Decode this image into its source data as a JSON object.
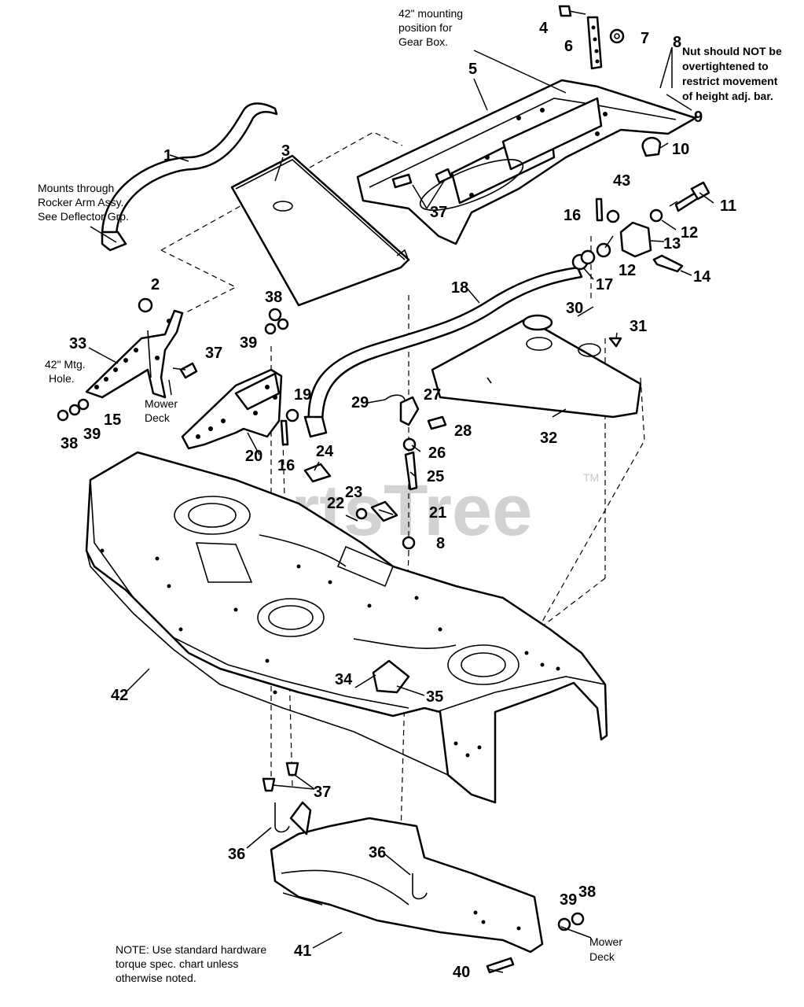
{
  "watermark": {
    "text": "PartsTree",
    "trademark": "TM"
  },
  "notes": {
    "gearbox_line1": "42\" mounting",
    "gearbox_line2": "position for",
    "gearbox_line3": "Gear Box.",
    "nut_line1": "Nut should NOT be",
    "nut_line2": "overtightened to",
    "nut_line3": "restrict movement",
    "nut_line4": "of height adj. bar.",
    "rocker_line1": "Mounts through",
    "rocker_line2": "Rocker Arm Assy.",
    "rocker_line3": "See Deflector Grp.",
    "mtg_line1": "42\" Mtg.",
    "mtg_line2": "Hole.",
    "deck_a_line1": "Mower",
    "deck_a_line2": "Deck",
    "deck_b_line1": "Mower",
    "deck_b_line2": "Deck",
    "torque_line1": "NOTE: Use standard hardware",
    "torque_line2": "torque spec. chart unless",
    "torque_line3": "otherwise noted."
  },
  "callouts": {
    "c1": "1",
    "c2": "2",
    "c3": "3",
    "c4": "4",
    "c5": "5",
    "c6": "6",
    "c7": "7",
    "c8a": "8",
    "c8b": "8",
    "c9": "9",
    "c10": "10",
    "c11": "11",
    "c12a": "12",
    "c12b": "12",
    "c13": "13",
    "c14": "14",
    "c15": "15",
    "c16a": "16",
    "c16b": "16",
    "c17": "17",
    "c18": "18",
    "c19": "19",
    "c20": "20",
    "c21": "21",
    "c22": "22",
    "c23": "23",
    "c24": "24",
    "c25": "25",
    "c26": "26",
    "c27": "27",
    "c28": "28",
    "c29": "29",
    "c30": "30",
    "c31": "31",
    "c32": "32",
    "c33": "33",
    "c34": "34",
    "c35": "35",
    "c36a": "36",
    "c36b": "36",
    "c37a": "37",
    "c37b": "37",
    "c37c": "37",
    "c38a": "38",
    "c38b": "38",
    "c38c": "38",
    "c39a": "39",
    "c39b": "39",
    "c39c": "39",
    "c40": "40",
    "c41": "41",
    "c42": "42",
    "c43": "43"
  }
}
